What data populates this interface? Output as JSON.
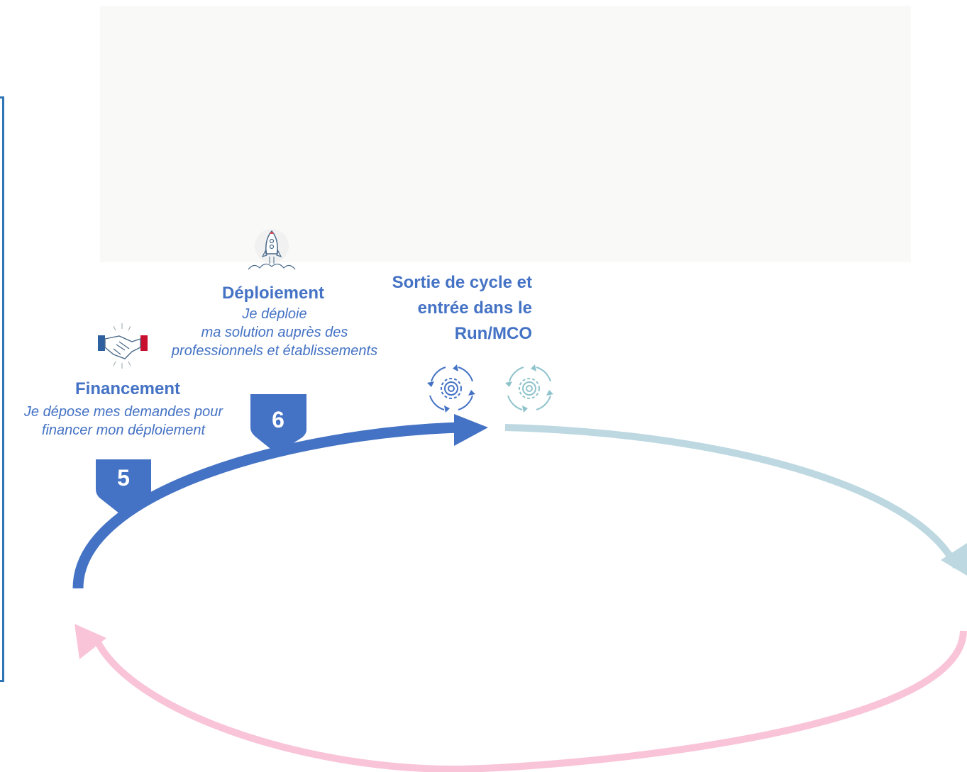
{
  "steps": [
    {
      "number": "5",
      "title": "Financement",
      "description": "Je dépose mes demandes pour financer mon déploiement",
      "icon": "handshake-icon"
    },
    {
      "number": "6",
      "title": "Déploiement",
      "description_line1": "Je déploie",
      "description_line2": "ma solution auprès des",
      "description_line3": "professionnels et établissements",
      "icon": "rocket-icon"
    }
  ],
  "exit": {
    "title_line1": "Sortie de cycle et",
    "title_line2": "entrée dans le",
    "title_line3": "Run/MCO",
    "icon": "gear-cycle-icon"
  },
  "colors": {
    "active": "#4472c4",
    "upcoming": "#bdd8e1",
    "return": "#f9c4d8",
    "panel": "#f9faf7"
  }
}
